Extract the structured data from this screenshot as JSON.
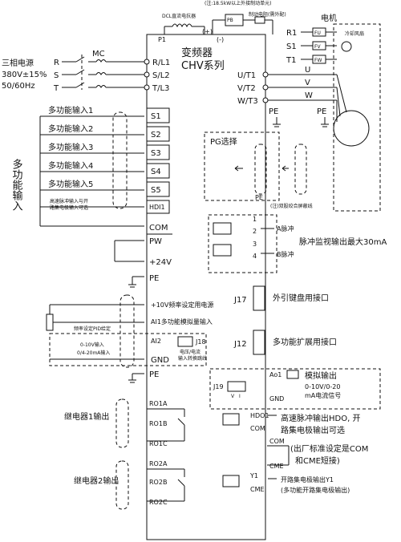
{
  "top_note": "(注:18.5kW以上外接制动单元)",
  "dcl_label": "DCL直流电抗器",
  "brake_resistor_label": "制动电阻(需外配)",
  "motor_label": "电机",
  "fan_label": "冷却风扇",
  "p1_label": "P1",
  "plus_label": "(+)",
  "minus_label": "(-)",
  "pb_label": "PB",
  "supply": {
    "title": "三相电源",
    "voltage": "380V±15%",
    "freq": "50/60Hz",
    "phases": [
      "R",
      "S",
      "T"
    ],
    "mc": "MC"
  },
  "inverter": {
    "name": "变频器",
    "series": "CHV系列"
  },
  "input_terminals": [
    "R/L1",
    "S/L2",
    "T/L3"
  ],
  "output_terminals": [
    "U/T1",
    "V/T2",
    "W/T3"
  ],
  "motor_inputs": [
    "R1",
    "S1",
    "T1"
  ],
  "fan_terms": [
    "FU",
    "FV",
    "FW"
  ],
  "motor_phases": [
    "U",
    "V",
    "W"
  ],
  "pe": "PE",
  "multi_input_group": "多功能输入",
  "multi_inputs": [
    {
      "label": "多功能输入1",
      "term": "S1"
    },
    {
      "label": "多功能输入2",
      "term": "S2"
    },
    {
      "label": "多功能输入3",
      "term": "S3"
    },
    {
      "label": "多功能输入4",
      "term": "S4"
    },
    {
      "label": "多功能输入5",
      "term": "S5"
    }
  ],
  "hdi": {
    "label1": "高速脉冲输入与开",
    "label2": "路集电极输入可选",
    "term": "HDI1"
  },
  "com": "COM",
  "pw": "PW",
  "v24": "+24V",
  "pg": {
    "title": "PG选择",
    "note": "(注)双股绞合屏蔽线",
    "a_pulse": "A脉冲",
    "b_pulse": "B脉冲",
    "monitor": "脉冲监视输出最大30mA",
    "pins": [
      "1",
      "2",
      "3",
      "4"
    ]
  },
  "analog": {
    "v10": "+10V频率设定用电源",
    "ai1": "AI1多功能模拟量输入",
    "pid": "频率设定PID给定",
    "ai2": "AI2",
    "ai2_v": "0-10V输入",
    "ai2_a": "0/4-20mA输入",
    "j18": "J18",
    "j18_sub": "电压/电流",
    "j18_sub2": "输入转换跳线",
    "gnd": "GND"
  },
  "j17": {
    "id": "J17",
    "text": "外引键盘用接口"
  },
  "j12": {
    "id": "J12",
    "text": "多功能扩展用接口"
  },
  "ao": {
    "j19": "J19",
    "term": "Ao1",
    "title": "模拟输出",
    "range1": "0-10V/0-20",
    "range2": "mA电流信号",
    "gnd": "GND",
    "vi": [
      "V",
      "I"
    ]
  },
  "relay1": {
    "title": "继电器1输出",
    "terms": [
      "RO1A",
      "RO1B",
      "RO1C"
    ]
  },
  "relay2": {
    "title": "继电器2输出",
    "terms": [
      "RO2A",
      "RO2B",
      "RO2C"
    ]
  },
  "hdo": {
    "term": "HDO1",
    "com": "COM",
    "text1": "高速脉冲输出HDO, 开",
    "text2": "路集电极输出可选"
  },
  "cme": {
    "com": "COM",
    "cme": "CME",
    "text1": "(出厂标准设定是COM",
    "text2": "和CME短接)"
  },
  "y1": {
    "term": "Y1",
    "cme": "CME",
    "text1": "开路集电极输出Y1",
    "text2": "(多功能开路集电极输出)"
  }
}
